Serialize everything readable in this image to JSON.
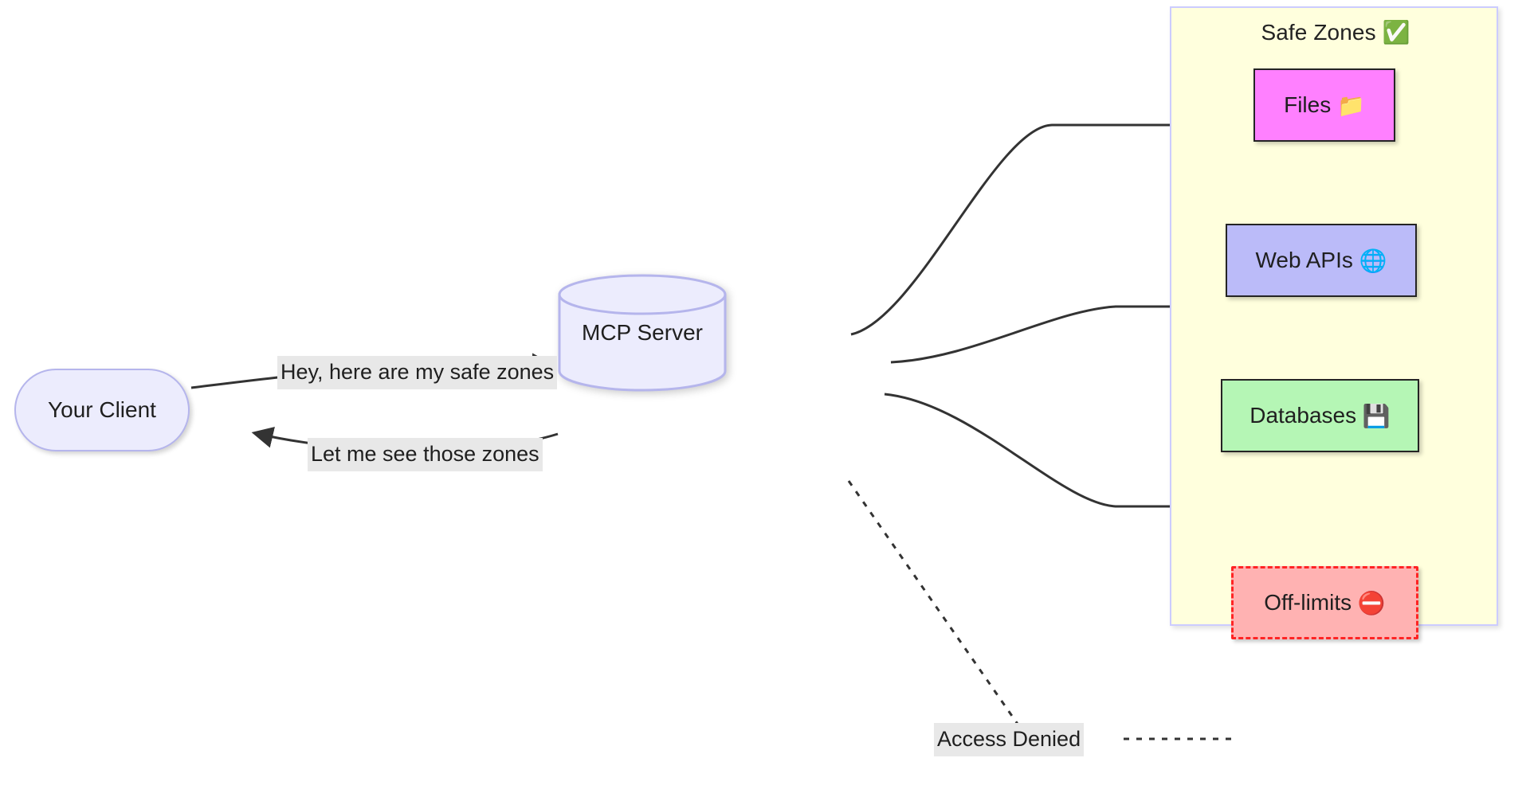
{
  "diagram": {
    "title": "MCP Server safe zones flow",
    "background": "#ffffff"
  },
  "subgraph": {
    "label": "Safe Zones",
    "icon": "✅",
    "icon_name": "check-mark-button-icon",
    "fill": "#ffffdd",
    "stroke": "#ccccff"
  },
  "nodes": {
    "client": {
      "label": "Your Client",
      "shape": "stadium",
      "fill": "#ececfd",
      "stroke": "#b5b5ec"
    },
    "server": {
      "label": "MCP Server",
      "shape": "cylinder",
      "fill": "#ececfd",
      "stroke": "#b5b5ec"
    },
    "files": {
      "label": "Files",
      "icon": "📁",
      "icon_name": "folder-icon",
      "shape": "rect",
      "fill": "#ff80ff",
      "stroke": "#242424"
    },
    "webapis": {
      "label": "Web APIs",
      "icon": "🌐",
      "icon_name": "globe-with-meridians-icon",
      "shape": "rect",
      "fill": "#bbbbf9",
      "stroke": "#242424"
    },
    "databases": {
      "label": "Databases",
      "icon": "💾",
      "icon_name": "floppy-disk-icon",
      "shape": "rect",
      "fill": "#b5f6b5",
      "stroke": "#242424"
    },
    "offlimits": {
      "label": "Off-limits",
      "icon": "⛔",
      "icon_name": "no-entry-icon",
      "shape": "rect-dashed",
      "fill": "#ffb2b2",
      "stroke": "#ff2424"
    }
  },
  "edges": {
    "request": {
      "label": "Hey, here are my safe zones",
      "from": "client",
      "to": "server",
      "style": "solid-arrow"
    },
    "response": {
      "label": "Let me see those zones",
      "from": "server",
      "to": "client",
      "style": "solid-arrow"
    },
    "to_files": {
      "label": "",
      "from": "server",
      "to": "files",
      "style": "solid-arrow"
    },
    "to_webapis": {
      "label": "",
      "from": "server",
      "to": "webapis",
      "style": "solid-arrow"
    },
    "to_databases": {
      "label": "",
      "from": "server",
      "to": "databases",
      "style": "solid-arrow"
    },
    "denied": {
      "label": "Access Denied",
      "from": "server",
      "to": "offlimits",
      "style": "dotted"
    }
  },
  "colors": {
    "edge_stroke": "#333333",
    "edge_label_bg": "#e8e8e8",
    "text": "#1f1f1f"
  }
}
